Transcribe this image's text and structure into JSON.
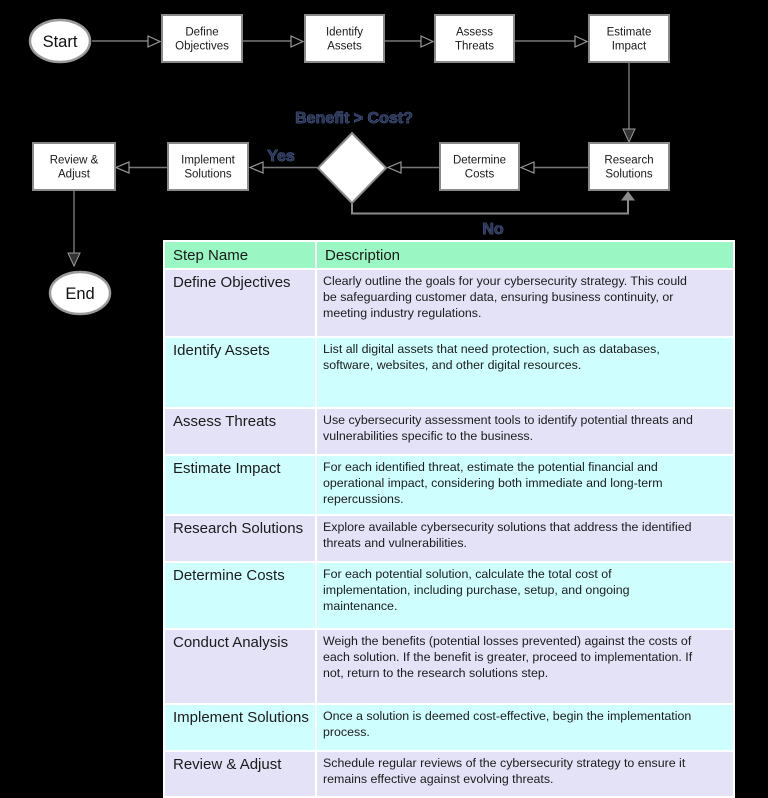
{
  "flowchart": {
    "start_label": "Start",
    "end_label": "End",
    "decision_label": "Benefit > Cost?",
    "yes_label": "Yes",
    "no_label": "No",
    "nodes": [
      {
        "line1": "Define",
        "line2": "Objectives"
      },
      {
        "line1": "Identify",
        "line2": "Assets"
      },
      {
        "line1": "Assess",
        "line2": "Threats"
      },
      {
        "line1": "Estimate",
        "line2": "Impact"
      },
      {
        "line1": "Review &",
        "line2": "Adjust"
      },
      {
        "line1": "Implement",
        "line2": "Solutions"
      },
      {
        "line1": "Determine",
        "line2": "Costs"
      },
      {
        "line1": "Research",
        "line2": "Solutions"
      }
    ]
  },
  "table": {
    "headers": [
      "Step Name",
      "Description"
    ],
    "rows": [
      {
        "step": "Define Objectives",
        "description": "Clearly outline the goals for your cybersecurity strategy. This could be safeguarding customer data, ensuring business continuity, or meeting industry regulations."
      },
      {
        "step": "Identify Assets",
        "description": "List all digital assets that need protection, such as databases, software, websites, and other digital resources."
      },
      {
        "step": "Assess Threats",
        "description": "Use cybersecurity assessment tools to identify potential threats and vulnerabilities specific to the business."
      },
      {
        "step": "Estimate Impact",
        "description": "For each identified threat, estimate the potential financial and operational impact, considering both immediate and long-term repercussions."
      },
      {
        "step": "Research Solutions",
        "description": "Explore available cybersecurity solutions that address the identified threats and vulnerabilities."
      },
      {
        "step": "Determine Costs",
        "description": "For each potential solution, calculate the total cost of implementation, including purchase, setup, and ongoing maintenance."
      },
      {
        "step": "Conduct Analysis",
        "description": "Weigh the benefits (potential losses prevented) against the costs of each solution. If the benefit is greater, proceed to implementation. If not, return to the research solutions step."
      },
      {
        "step": "Implement Solutions",
        "description": "Once a solution is deemed cost-effective, begin the implementation process."
      },
      {
        "step": "Review & Adjust",
        "description": "Schedule regular reviews of the cybersecurity strategy to ensure it remains effective against evolving threats."
      }
    ]
  },
  "colors": {
    "background": "#000000",
    "header_green": "#9AF7C3",
    "row_lavender": "#E3E2F6",
    "row_cyan": "#CFFEFF",
    "node_fill": "#FFFFFF",
    "node_border": "#8A8A8A",
    "loop_gray": "#8A8A8A",
    "label_blue": "#2A3550"
  }
}
